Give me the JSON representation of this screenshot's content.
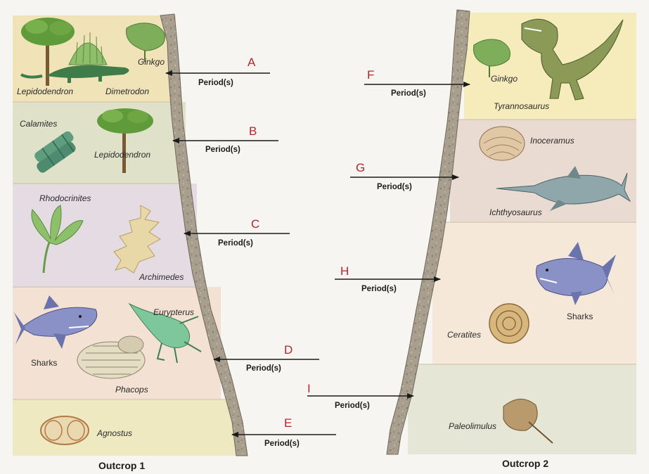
{
  "outcrop1": {
    "title": "Outcrop 1",
    "layers": [
      {
        "color": "#f1e3b8",
        "fossils": [
          "Lepidodendron",
          "Dimetrodon",
          "Ginkgo"
        ]
      },
      {
        "color": "#dfe2c9",
        "fossils": [
          "Calamites",
          "Lepidodendron"
        ]
      },
      {
        "color": "#e5dbe3",
        "fossils": [
          "Rhodocrinites",
          "Archimedes"
        ]
      },
      {
        "color": "#f3e2d4",
        "fossils": [
          "Eurypterus",
          "Sharks",
          "Phacops"
        ]
      },
      {
        "color": "#efe9c2",
        "fossils": [
          "Agnostus"
        ]
      }
    ]
  },
  "outcrop2": {
    "title": "Outcrop 2",
    "layers": [
      {
        "color": "#f5ebbb",
        "fossils": [
          "Ginkgo",
          "Tyrannosaurus"
        ]
      },
      {
        "color": "#eadbd2",
        "fossils": [
          "Inoceramus",
          "Ichthyosaurus"
        ]
      },
      {
        "color": "#f6e8d8",
        "fossils": [
          "Sharks",
          "Ceratites"
        ]
      },
      {
        "color": "#e6e6d6",
        "fossils": [
          "Paleolimulus"
        ]
      }
    ]
  },
  "arrows": [
    {
      "letter": "A",
      "label": "Period(s)"
    },
    {
      "letter": "B",
      "label": "Period(s)"
    },
    {
      "letter": "C",
      "label": "Period(s)"
    },
    {
      "letter": "D",
      "label": "Period(s)"
    },
    {
      "letter": "E",
      "label": "Period(s)"
    },
    {
      "letter": "F",
      "label": "Period(s)"
    },
    {
      "letter": "G",
      "label": "Period(s)"
    },
    {
      "letter": "H",
      "label": "Period(s)"
    },
    {
      "letter": "I",
      "label": "Period(s)"
    }
  ],
  "colors": {
    "arrow": "#1b1b1b",
    "letter": "#b3262b",
    "rock": "#a89e8d"
  }
}
